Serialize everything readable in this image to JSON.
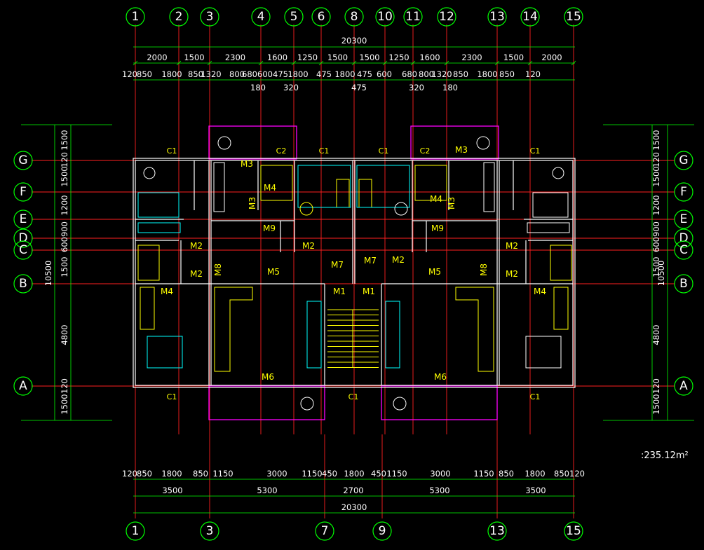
{
  "axes_top": [
    "1",
    "2",
    "3",
    "4",
    "5",
    "6",
    "8",
    "10",
    "11",
    "12",
    "13",
    "14",
    "15"
  ],
  "axes_bottom": [
    "1",
    "3",
    "7",
    "9",
    "13",
    "15"
  ],
  "axes_left": [
    "G",
    "F",
    "E",
    "D",
    "C",
    "B",
    "A"
  ],
  "dims_top_total": "20300",
  "dims_top_row1": [
    "2000",
    "1500",
    "2300",
    "1600",
    "1250",
    "1500",
    "1500",
    "1250",
    "1600",
    "2300",
    "1500",
    "2000"
  ],
  "dims_top_row2": [
    "120",
    "850",
    "1800",
    "850",
    "1320",
    "800",
    "680",
    "600",
    "475",
    "1800",
    "475",
    "1800",
    "475",
    "600",
    "680",
    "800",
    "1320",
    "850",
    "1800",
    "850",
    "120"
  ],
  "dims_top_row2_sub": [
    "180",
    "320",
    "475",
    "320",
    "180"
  ],
  "dims_bottom_row1": [
    "120",
    "850",
    "1800",
    "850",
    "1150",
    "3000",
    "1150",
    "450",
    "1800",
    "450",
    "1150",
    "3000",
    "1150",
    "850",
    "1800",
    "850",
    "120"
  ],
  "dims_bottom_row2": [
    "3500",
    "5300",
    "2700",
    "5300",
    "3500"
  ],
  "dims_bottom_total": "20300",
  "dims_left_outer": [
    "1500",
    "120",
    "1500",
    "1200",
    "900",
    "600",
    "1500",
    "4800",
    "120",
    "1500"
  ],
  "dims_left_total": "10500",
  "dims_right_outer": [
    "1500",
    "120",
    "1500",
    "1200",
    "900",
    "600",
    "1500",
    "4800",
    "120",
    "1500"
  ],
  "dims_right_total": "10500",
  "room_labels": [
    "M3",
    "M3",
    "M3",
    "M3",
    "M4",
    "M4",
    "M4",
    "M4",
    "M9",
    "M9",
    "M2",
    "M2",
    "M2",
    "M2",
    "M2",
    "M2",
    "M5",
    "M5",
    "M7",
    "M7",
    "M1",
    "M1",
    "M8",
    "M8",
    "M6",
    "M6"
  ],
  "window_labels": [
    "C1",
    "C2",
    "C1",
    "C1",
    "C2",
    "C1",
    "C1",
    "C1",
    "C1"
  ],
  "area_label": ":235.12m²",
  "colors": {
    "axis": "#00ff00",
    "grid": "#ff2020",
    "wall": "#ffffff",
    "label": "#ffff00",
    "balcony": "#ff00ff",
    "furniture": "#00ffff"
  }
}
